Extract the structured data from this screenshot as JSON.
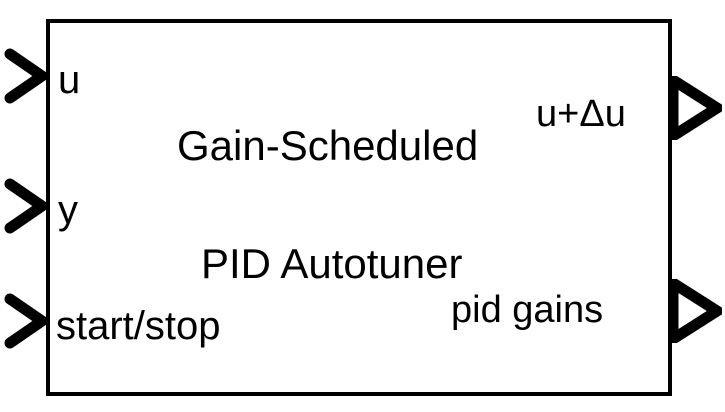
{
  "block": {
    "name": "gain-scheduled-pid-autotuner-block",
    "title_line1": "Gain-Scheduled",
    "title_line2": "PID Autotuner",
    "border_color": "#000000",
    "fill_color": "#ffffff",
    "text_color": "#000000"
  },
  "inputs": [
    {
      "label": "u",
      "port_icon": "input-port-arrow"
    },
    {
      "label": "y",
      "port_icon": "input-port-arrow"
    },
    {
      "label": "start/stop",
      "port_icon": "input-port-arrow"
    }
  ],
  "outputs": [
    {
      "label": "u+Δu",
      "port_icon": "output-port-arrow"
    },
    {
      "label": "pid gains",
      "port_icon": "output-port-arrow"
    }
  ]
}
